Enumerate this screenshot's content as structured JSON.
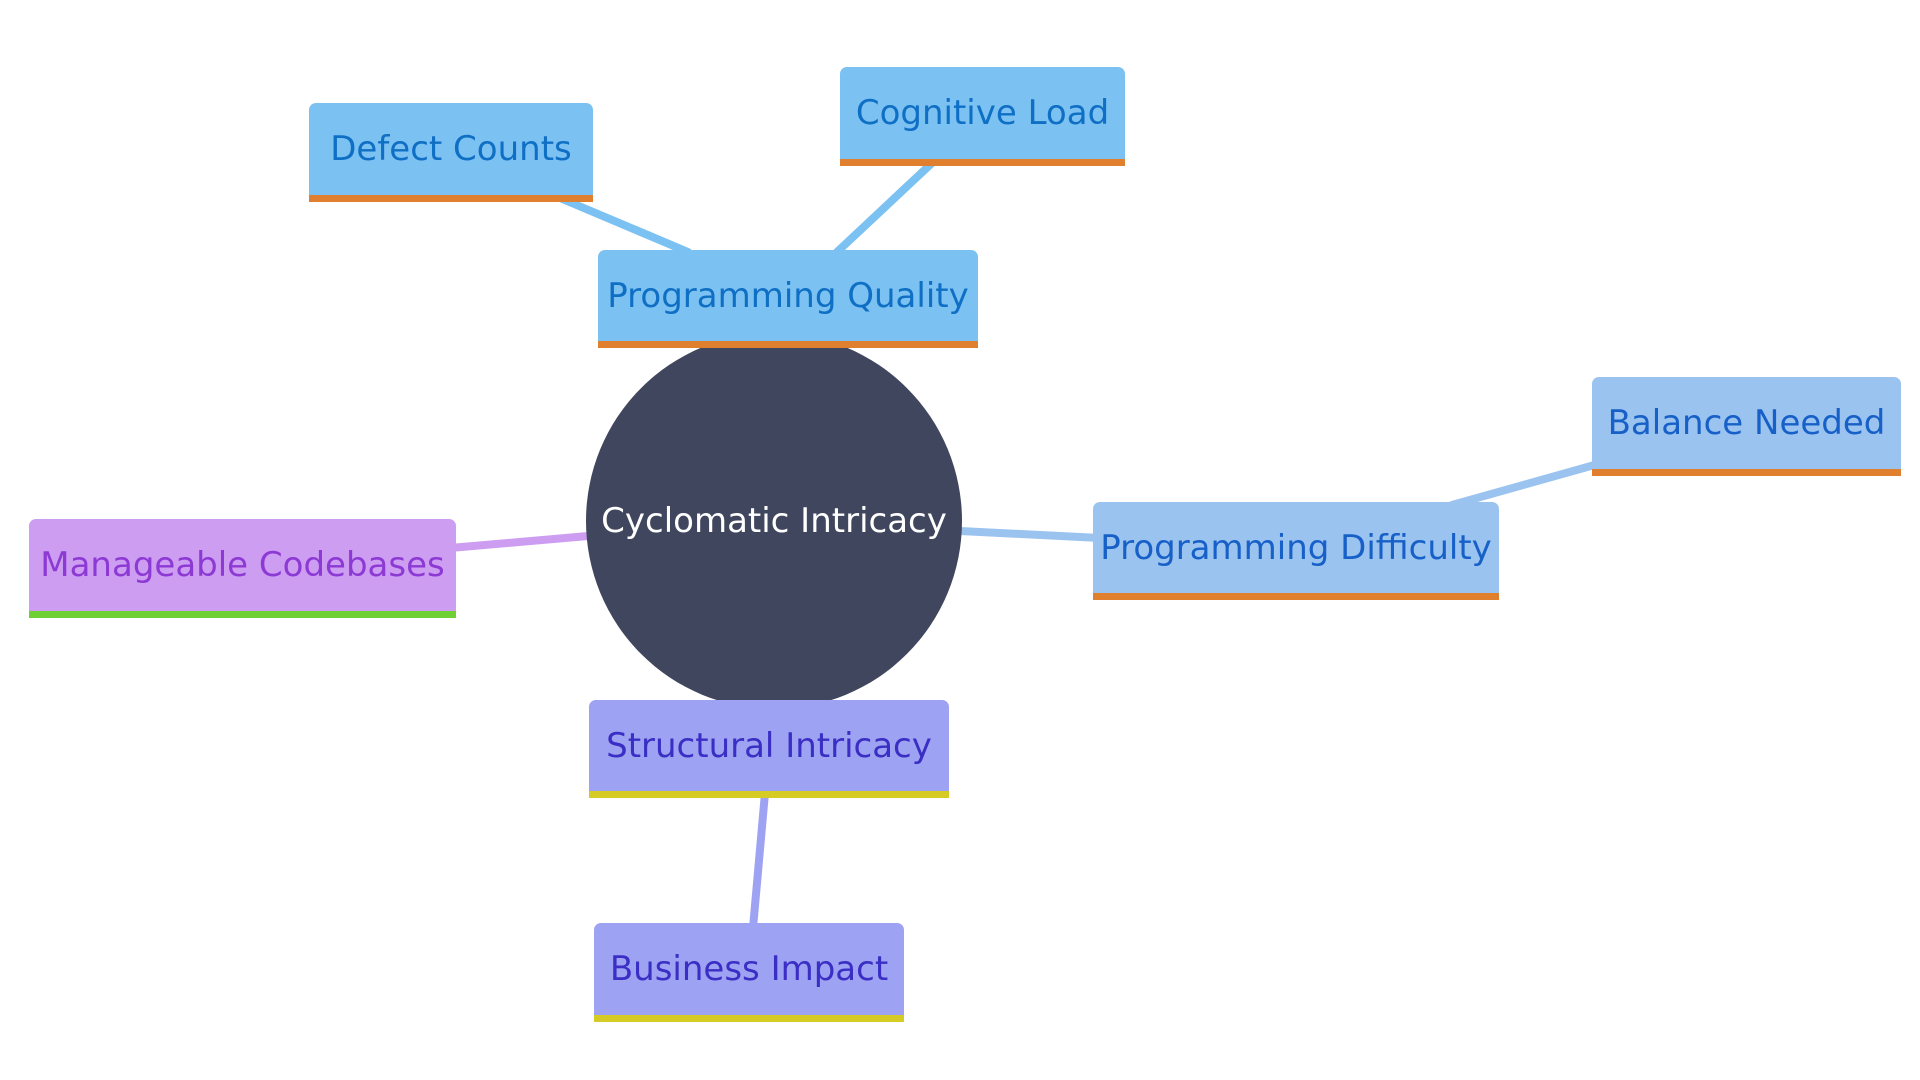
{
  "diagram": {
    "center": {
      "label": "Cyclomatic Intricacy",
      "color": "#40465e"
    },
    "nodes": {
      "programming_quality": {
        "label": "Programming Quality"
      },
      "defect_counts": {
        "label": "Defect Counts"
      },
      "cognitive_load": {
        "label": "Cognitive Load"
      },
      "programming_difficulty": {
        "label": "Programming Difficulty"
      },
      "balance_needed": {
        "label": "Balance Needed"
      },
      "structural_intricacy": {
        "label": "Structural Intricacy"
      },
      "business_impact": {
        "label": "Business Impact"
      },
      "manageable_codebases": {
        "label": "Manageable Codebases"
      }
    },
    "colors": {
      "quality_branch": "#7bc1f2",
      "difficulty_branch": "#9bc3f0",
      "structural_branch": "#9ea2f2",
      "manageable_branch": "#cd9df2"
    }
  }
}
